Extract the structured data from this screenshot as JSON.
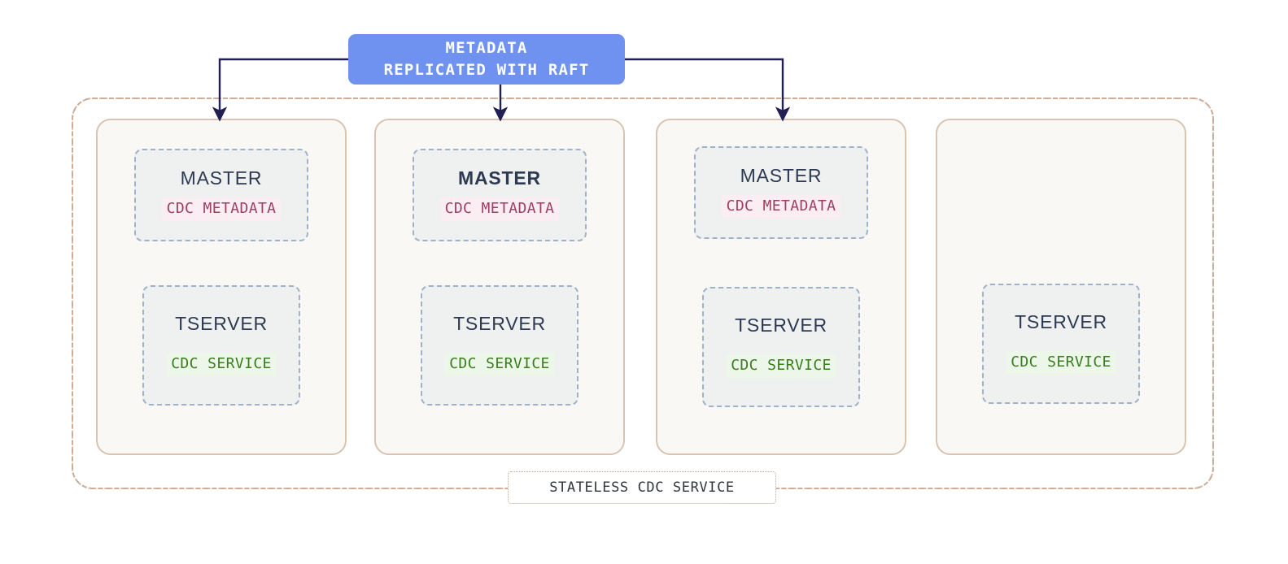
{
  "diagram": {
    "banner": {
      "line1": "METADATA",
      "line2": "REPLICATED WITH RAFT",
      "color": "#6f92f0",
      "text_color": "#ffffff"
    },
    "container": {
      "label": "STATELESS CDC SERVICE",
      "border_color": "#c9ad99"
    },
    "labels": {
      "master": "MASTER",
      "tserver": "TSERVER",
      "cdc_metadata": "CDC METADATA",
      "cdc_service": "CDC SERVICE"
    },
    "colors": {
      "node_card_border": "#d9c4b2",
      "node_card_fill": "#faf8f5",
      "proc_border": "#9fb2c9",
      "proc_fill": "#eef1f0",
      "proc_title": "#2e3a52",
      "metadata_tag_text": "#9d3f63",
      "metadata_tag_bg": "#fbeef2",
      "service_tag_text": "#3a7d1e",
      "service_tag_bg": "#edf7e9",
      "connector": "#221f55"
    },
    "nodes": [
      {
        "id": "node-1",
        "master": {
          "present": true,
          "title": "MASTER",
          "tag": "CDC METADATA",
          "leader": false
        },
        "tserver": {
          "present": true,
          "title": "TSERVER",
          "tag": "CDC SERVICE"
        },
        "has_raft_arrow": true
      },
      {
        "id": "node-2",
        "master": {
          "present": true,
          "title": "MASTER",
          "tag": "CDC METADATA",
          "leader": true
        },
        "tserver": {
          "present": true,
          "title": "TSERVER",
          "tag": "CDC SERVICE"
        },
        "has_raft_arrow": true
      },
      {
        "id": "node-3",
        "master": {
          "present": true,
          "title": "MASTER",
          "tag": "CDC METADATA",
          "leader": false
        },
        "tserver": {
          "present": true,
          "title": "TSERVER",
          "tag": "CDC SERVICE"
        },
        "has_raft_arrow": true
      },
      {
        "id": "node-4",
        "master": {
          "present": false
        },
        "tserver": {
          "present": true,
          "title": "TSERVER",
          "tag": "CDC SERVICE"
        },
        "has_raft_arrow": false
      }
    ]
  }
}
